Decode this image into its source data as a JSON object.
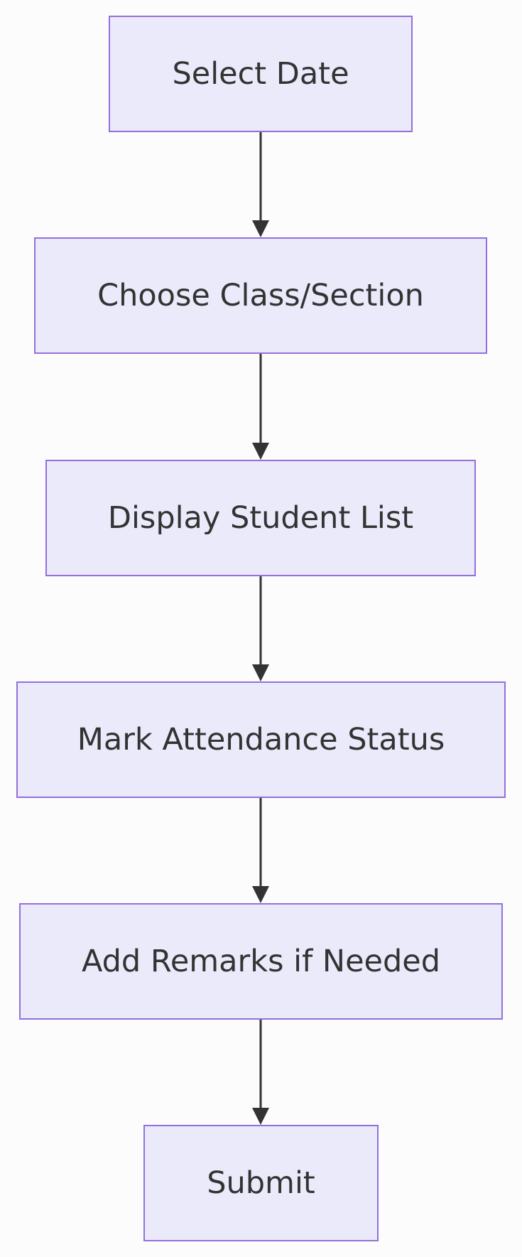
{
  "flowchart": {
    "nodes": [
      {
        "id": "n1",
        "label": "Select Date"
      },
      {
        "id": "n2",
        "label": "Choose Class/Section"
      },
      {
        "id": "n3",
        "label": "Display Student List"
      },
      {
        "id": "n4",
        "label": "Mark Attendance Status"
      },
      {
        "id": "n5",
        "label": "Add Remarks if Needed"
      },
      {
        "id": "n6",
        "label": "Submit"
      }
    ],
    "edges": [
      {
        "from": "n1",
        "to": "n2"
      },
      {
        "from": "n2",
        "to": "n3"
      },
      {
        "from": "n3",
        "to": "n4"
      },
      {
        "from": "n4",
        "to": "n5"
      },
      {
        "from": "n5",
        "to": "n6"
      }
    ]
  },
  "colors": {
    "node_fill": "#eaeafb",
    "node_border": "#9370db",
    "text": "#333333",
    "edge": "#333333",
    "background": "#fdfcfd"
  }
}
